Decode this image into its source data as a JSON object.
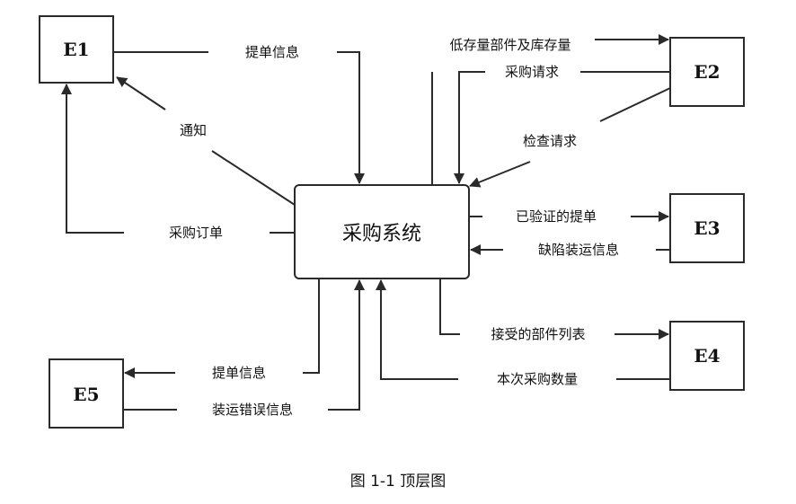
{
  "entities": {
    "e1": "E1",
    "e2": "E2",
    "e3": "E3",
    "e4": "E4",
    "e5": "E5"
  },
  "center": "采购系统",
  "flows": {
    "bill_info_top": "提单信息",
    "notify": "通知",
    "purchase_order": "采购订单",
    "low_stock": "低存量部件及库存量",
    "purchase_request": "采购请求",
    "check_request": "检查请求",
    "verified_bill": "已验证的提单",
    "defect_shipping": "缺陷装运信息",
    "received_parts": "接受的部件列表",
    "purchase_quantity": "本次采购数量",
    "bill_info_bottom": "提单信息",
    "shipping_error": "装运错误信息"
  },
  "caption": "图 1-1    顶层图"
}
